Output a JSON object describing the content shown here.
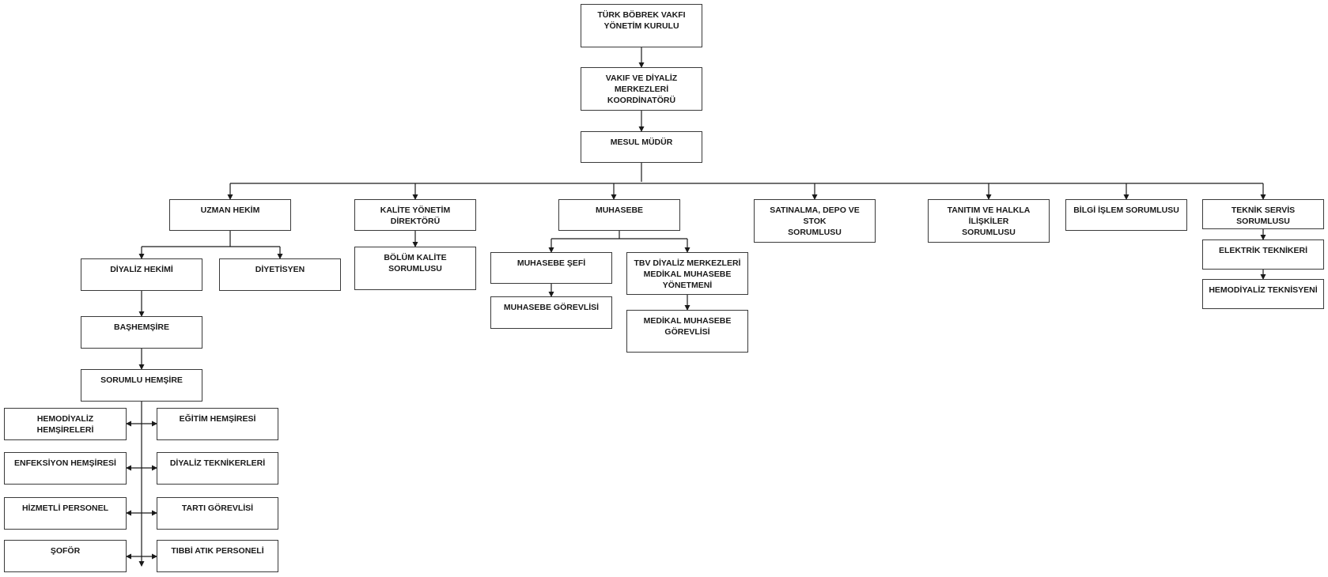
{
  "nodes": {
    "board": "TÜRK BÖBREK VAKFI\nYÖNETİM KURULU",
    "coordinator": "VAKIF VE DİYALİZ\nMERKEZLERİ\nKOORDİNATÖRÜ",
    "mesul": "MESUL MÜDÜR",
    "uzman": "UZMAN HEKİM",
    "kalite": "KALİTE YÖNETİM\nDİREKTÖRÜ",
    "muhasebe": "MUHASEBE",
    "satinalma": "SATINALMA, DEPO VE\nSTOK\nSORUMLUSU",
    "tanitim": "TANITIM VE HALKLA\nİLİŞKİLER\nSORUMLUSU",
    "bilgi": "BİLGİ İŞLEM SORUMLUSU",
    "teknik": "TEKNİK SERVİS SORUMLUSU",
    "diyaliz_hekimi": "DİYALİZ HEKİMİ",
    "diyetisyen": "DİYETİSYEN",
    "bolum_kalite": "BÖLÜM KALİTE\nSORUMLUSU",
    "muhasebe_sefi": "MUHASEBE ŞEFİ",
    "tbv_medikal": "TBV DİYALİZ MERKEZLERİ\nMEDİKAL MUHASEBE\nYÖNETMENİ",
    "elektrik": "ELEKTRİK TEKNİKERİ",
    "hemodiyaliz_tek": "HEMODİYALİZ TEKNİSYENİ",
    "bashemsire": "BAŞHEMŞİRE",
    "muhasebe_gorevlisi": "MUHASEBE GÖREVLİSİ",
    "medikal_gorevlisi": "MEDİKAL MUHASEBE\nGÖREVLİSİ",
    "sorumlu_hemsire": "SORUMLU HEMŞİRE",
    "hemodiyaliz_hemsireleri": "HEMODİYALİZ\nHEMŞİRELERİ",
    "egitim": "EĞİTİM HEMŞİRESİ",
    "enfeksiyon": "ENFEKSİYON HEMŞİRESİ",
    "diyaliz_teknikerleri": "DİYALİZ TEKNİKERLERİ",
    "hizmetli": "HİZMETLİ PERSONEL",
    "tarti": "TARTI GÖREVLİSİ",
    "sofor": "ŞOFÖR",
    "tibbi_atik": "TIBBİ ATIK PERSONELİ"
  },
  "colors": {
    "border": "#3a3a3a",
    "line": "#1a1a1a",
    "background": "#ffffff"
  }
}
